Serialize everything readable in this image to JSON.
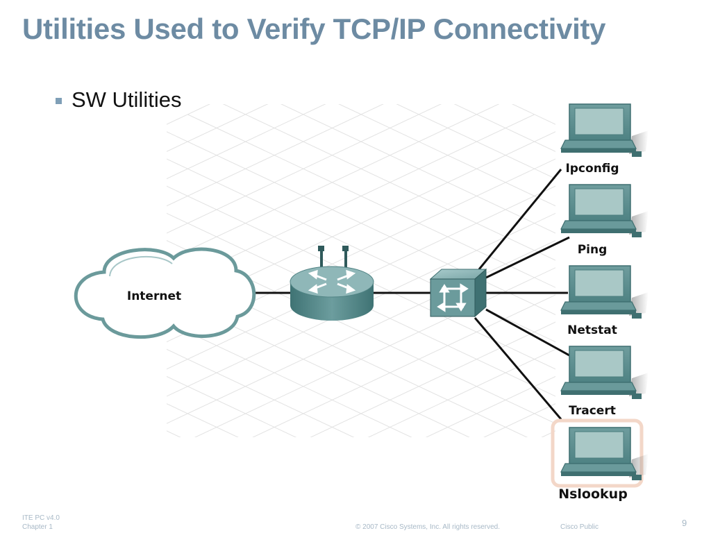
{
  "slide": {
    "title": "Utilities Used to Verify TCP/IP Connectivity",
    "bullet": "SW Utilities"
  },
  "diagram": {
    "cloud_label": "Internet",
    "hosts": [
      {
        "label": "Ipconfig"
      },
      {
        "label": "Ping"
      },
      {
        "label": "Netstat"
      },
      {
        "label": "Tracert"
      },
      {
        "label": "Nslookup"
      }
    ]
  },
  "footer": {
    "course": "ITE PC v4.0",
    "chapter": "Chapter 1",
    "copyright": "© 2007 Cisco Systems, Inc. All rights reserved.",
    "classification": "Cisco Public",
    "page_number": "9"
  },
  "colors": {
    "title": "#6d8ba3",
    "device_teal": "#5e8f90",
    "screen": "#a9c8c6",
    "bullet": "#7f9fb7",
    "footer": "#a7b8c6"
  }
}
